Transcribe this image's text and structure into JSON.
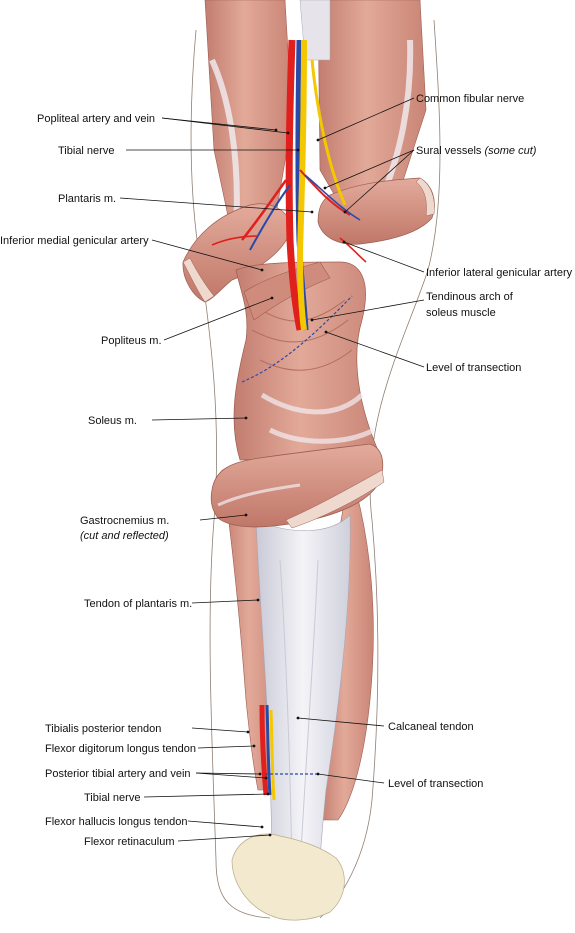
{
  "colors": {
    "muscle": "#d9998a",
    "muscle_dark": "#b66c5f",
    "muscle_light": "#ecc4b8",
    "tendon": "#e9e9ef",
    "tendon_shade": "#c9cad6",
    "artery": "#e0201c",
    "vein": "#2a4aa8",
    "nerve": "#f3c800",
    "bone": "#f2e9cf",
    "transection_line": "#2a4aa8"
  },
  "labels": {
    "popliteal_artery_vein": "Popliteal artery and vein",
    "tibial_nerve_upper": "Tibial nerve",
    "plantaris": "Plantaris m.",
    "inferior_medial_genicular": "Inferior medial genicular artery",
    "popliteus": "Popliteus m.",
    "soleus": "Soleus m.",
    "gastrocnemius": "Gastrocnemius m.",
    "gastrocnemius_note": "(cut and reflected)",
    "tendon_plantaris": "Tendon of plantaris m.",
    "tibialis_posterior": "Tibialis posterior tendon",
    "flexor_digitorum": "Flexor digitorum longus tendon",
    "posterior_tibial": "Posterior tibial artery and vein",
    "tibial_nerve_lower": "Tibial nerve",
    "flexor_hallucis": "Flexor hallucis longus tendon",
    "flexor_retinaculum": "Flexor retinaculum",
    "common_fibular": "Common fibular nerve",
    "sural_vessels": "Sural vessels",
    "sural_vessels_note": "(some cut)",
    "inferior_lateral_genicular": "Inferior lateral genicular artery",
    "tendinous_arch_1": "Tendinous arch of",
    "tendinous_arch_2": "soleus muscle",
    "level_transection_upper": "Level of transection",
    "calcaneal_tendon": "Calcaneal tendon",
    "level_transection_lower": "Level of transection"
  }
}
